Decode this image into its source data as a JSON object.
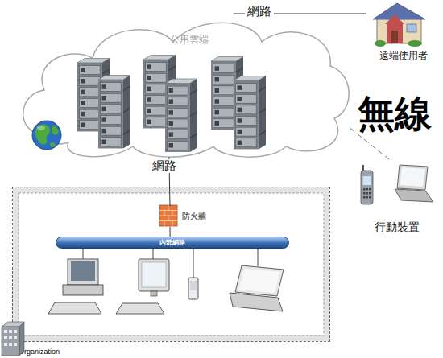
{
  "diagram": {
    "nodes": [
      {
        "text": [
          "公用雲端"
        ]
      },
      {
        "text": [
          "遠端使用者"
        ]
      },
      {
        "text": [
          "行動裝置"
        ]
      },
      {
        "text": [
          "Organization"
        ]
      },
      {
        "text": [
          "防火牆"
        ],
        "in": 3
      },
      {
        "text": [
          "內部網路"
        ],
        "in": 3
      }
    ],
    "edges": [
      {
        "from": 0,
        "to": 1,
        "label": "網路",
        "arrow": "none"
      },
      {
        "from": 0,
        "to": 2,
        "label": "無線",
        "arrow": "none"
      },
      {
        "from": 0,
        "to": 4,
        "label": "網路",
        "arrow": "none"
      },
      {
        "from": 4,
        "to": 5,
        "arrow": "none"
      }
    ]
  }
}
